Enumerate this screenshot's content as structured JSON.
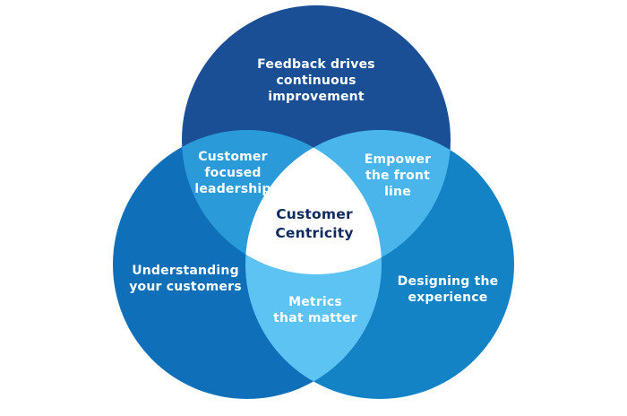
{
  "diagram": {
    "sets": {
      "top": "Feedback drives\ncontinuous\nimprovement",
      "left": "Understanding\nyour customers",
      "right": "Designing the\nexperience"
    },
    "overlaps": {
      "top_left": "Customer\nfocused\nleadership",
      "top_right": "Empower\nthe front\nline",
      "left_right": "Metrics\nthat matter"
    },
    "center": "Customer\nCentricity"
  },
  "colors": {
    "top_circle": "#1b4f95",
    "left_circle": "#0f6fb8",
    "right_circle": "#1383c6",
    "overlap_top_left": "#2a9ad9",
    "overlap_top_right": "#49b5ea",
    "overlap_left_right": "#5cc3f2",
    "center_fill": "#ffffff",
    "center_text": "#0f2a5c"
  }
}
